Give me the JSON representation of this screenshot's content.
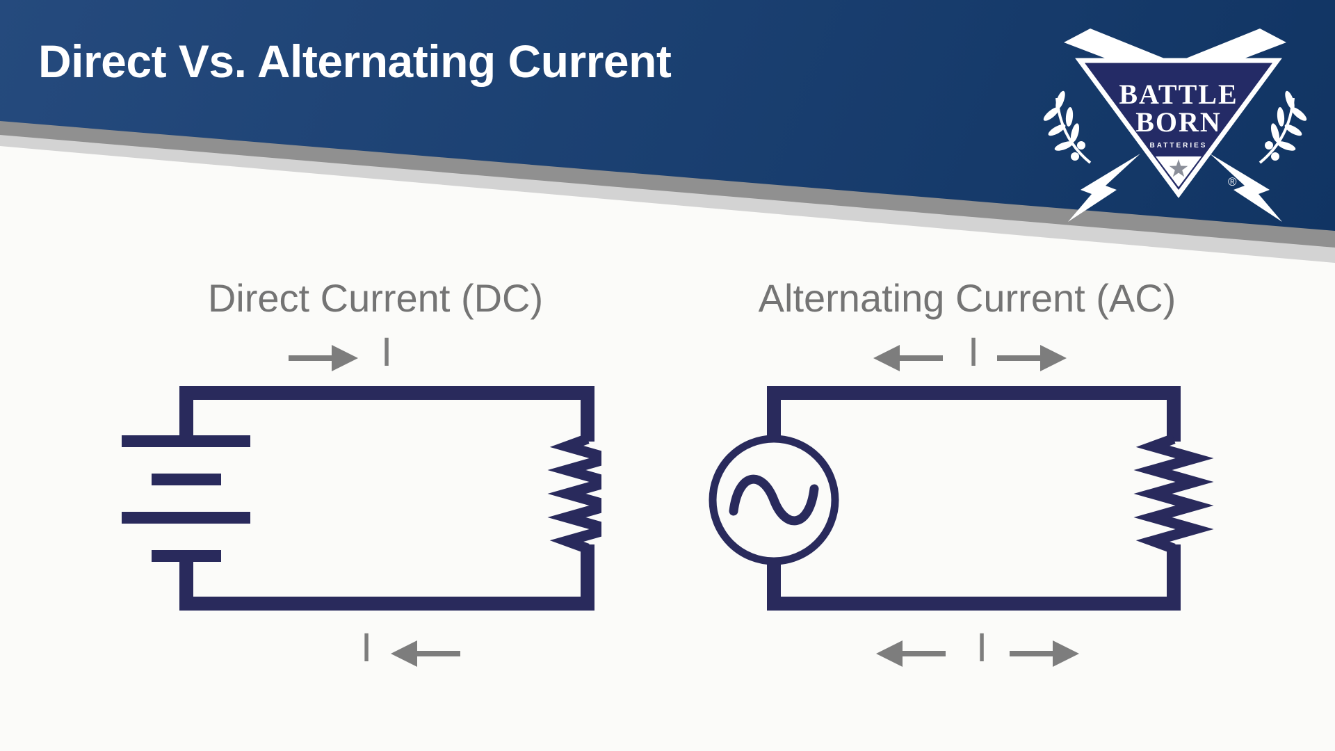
{
  "header": {
    "title": "Direct Vs. Alternating Current"
  },
  "logo": {
    "name": "Battle Born Batteries",
    "word1": "BATTLE",
    "word2": "BORN",
    "word3": "BATTERIES",
    "registered": "®"
  },
  "diagram": {
    "dc": {
      "label": "Direct Current (DC)",
      "top_current": "I",
      "bottom_current": "I"
    },
    "ac": {
      "label": "Alternating Current (AC)",
      "top_current": "I",
      "bottom_current": "I"
    }
  },
  "colors": {
    "banner_blue_start": "#254a7d",
    "banner_blue_end": "#0e315f",
    "banner_shadow_dark": "#909090",
    "banner_shadow_light": "#d3d3d3",
    "wire_navy": "#292a5c",
    "arrow_gray": "#7d7d7d",
    "label_gray": "#747474",
    "logo_triangle_navy": "#242b66",
    "logo_star_gray": "#8b8f99",
    "title_white": "#ffffff",
    "background": "#fbfbf9"
  }
}
